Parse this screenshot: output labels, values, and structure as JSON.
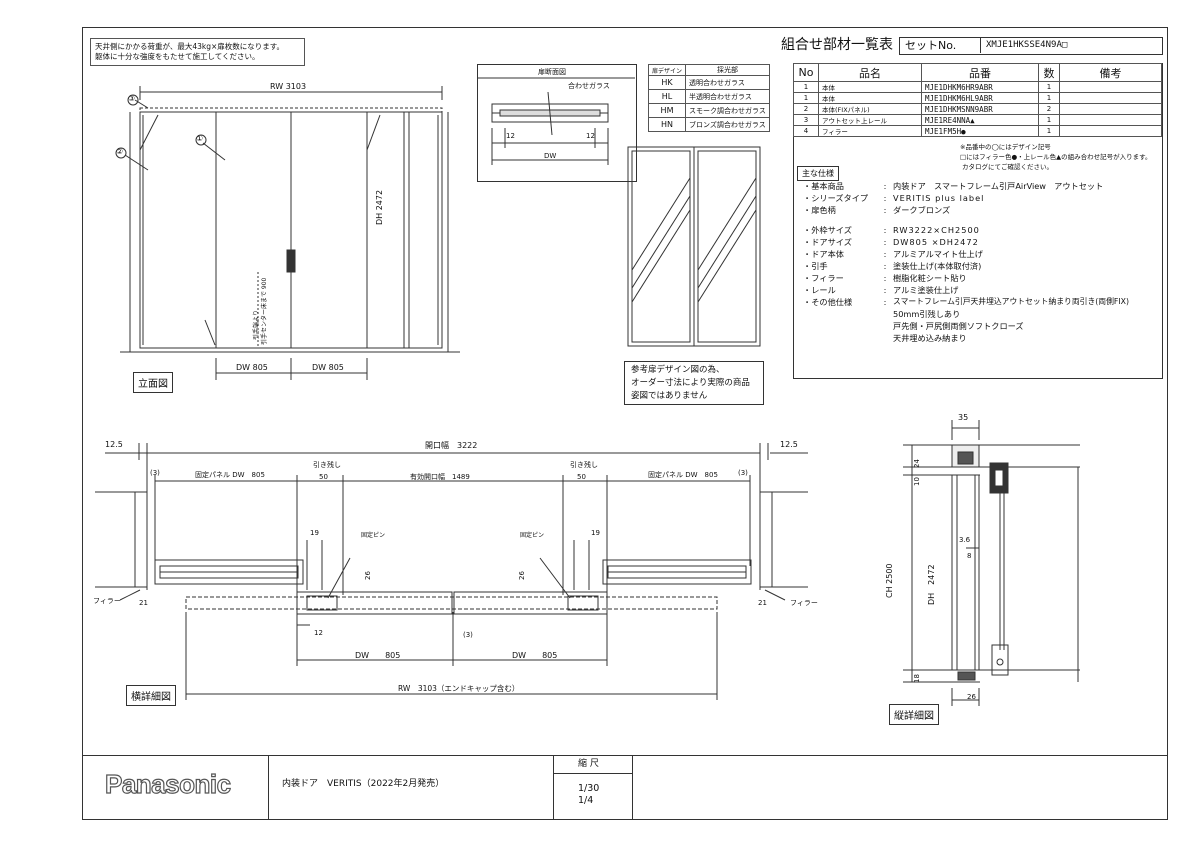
{
  "notice": {
    "line1": "天井側にかかる荷重が、最大43kg×扉枚数になります。",
    "line2": "躯体に十分な強度をもたせて施工してください。"
  },
  "parts_list": {
    "title": "組合せ部材一覧表",
    "set_label": "セットNo.",
    "set_no": "XMJE1HKSSE4N9A□",
    "headers": {
      "no": "No",
      "name": "品名",
      "code": "品番",
      "qty": "数",
      "remarks": "備考"
    },
    "rows": [
      {
        "no": "1",
        "name": "本体",
        "code": "MJE1DHKM6HR9ABR",
        "qty": "1",
        "remarks": ""
      },
      {
        "no": "1",
        "name": "本体",
        "code": "MJE1DHKM6HL9ABR",
        "qty": "1",
        "remarks": ""
      },
      {
        "no": "2",
        "name": "本体(FIXパネル)",
        "code": "MJE1DHKMSNN9ABR",
        "qty": "2",
        "remarks": ""
      },
      {
        "no": "3",
        "name": "アウトセット上レール",
        "code": "MJE1RE4NNA▲",
        "qty": "1",
        "remarks": ""
      },
      {
        "no": "4",
        "name": "フィラー",
        "code": "MJE1FM5H●",
        "qty": "1",
        "remarks": ""
      }
    ],
    "footnote1": "※品番中の◯にはデザイン記号",
    "footnote2": "□にはフィラー色●・上レール色▲の組み合わせ記号が入ります。",
    "footnote3": "カタログにてご確認ください。"
  },
  "specs": {
    "title": "主な仕様",
    "items1": [
      {
        "k": "・基本商品",
        "v": "内装ドア　スマートフレーム引戸AirView　アウトセット"
      },
      {
        "k": "・シリーズタイプ",
        "v": "VERITIS plus label"
      },
      {
        "k": "・扉色柄",
        "v": "ダークブロンズ"
      }
    ],
    "items2": [
      {
        "k": "・外枠サイズ",
        "v": "RW3222×CH2500"
      },
      {
        "k": "・ドアサイズ",
        "v": "DW805 ×DH2472"
      },
      {
        "k": "・ドア本体",
        "v": "アルミアルマイト仕上げ"
      },
      {
        "k": "・引手",
        "v": "塗装仕上げ(本体取付済)"
      },
      {
        "k": "・フィラー",
        "v": "樹脂化粧シート貼り"
      },
      {
        "k": "・レール",
        "v": "アルミ塗装仕上げ"
      },
      {
        "k": "・その他仕様",
        "v": "スマートフレーム引戸天井埋込アウトセット納まり両引き(両側FIX)"
      }
    ],
    "extra": [
      "50mm引残しあり",
      "戸先側・戸尻側両側ソフトクローズ",
      "天井埋め込み納まり"
    ]
  },
  "door_design": {
    "header_code": "扉デザイン",
    "header_name": "採光部",
    "rows": [
      {
        "code": "HK",
        "name": "透明合わせガラス"
      },
      {
        "code": "HL",
        "name": "半透明合わせガラス"
      },
      {
        "code": "HM",
        "name": "スモーク調合わせガラス"
      },
      {
        "code": "HN",
        "name": "ブロンズ調合わせガラス"
      }
    ]
  },
  "section_detail": {
    "title": "扉断面図",
    "glass": "合わせガラス",
    "d12a": "12",
    "d12b": "12",
    "dw": "DW"
  },
  "reference_note": {
    "line1": "参考扉デザイン図の為、",
    "line2": "オーダー寸法により実際の商品",
    "line3": "姿図ではありません"
  },
  "elevation": {
    "caption": "立面図",
    "rw": "RW 3103",
    "dh": "DH 2472",
    "dw_left": "DW 805",
    "dw_right": "DW 805",
    "handle1": "引手端より",
    "handle2": "引手センター床まで 900",
    "m1": "①",
    "m2": "②",
    "m3": "③"
  },
  "plan": {
    "caption": "横詳細図",
    "d125_left": "12.5",
    "d125_right": "12.5",
    "opening": "開口幅　3222",
    "fix_left": "固定パネル DW　805",
    "fix_right": "固定パネル DW　805",
    "m3_left": "(3)",
    "m3_right": "(3)",
    "m3_center": "(3)",
    "pull_left": "引き残し",
    "pull_right": "引き残し",
    "fifty_left": "50",
    "fifty_right": "50",
    "eff": "有効開口幅　1489",
    "d19_left": "19",
    "d19_right": "19",
    "pin_left": "固定ピン",
    "pin_right": "固定ピン",
    "d26_left": "26",
    "d26_right": "26",
    "d12": "12",
    "filler_left": "フィラー",
    "filler_right": "フィラー",
    "d21_left": "21",
    "d21_right": "21",
    "dw_left": "DW　　805",
    "dw_right": "DW　　805",
    "rw": "RW　3103（エンドキャップ含む）"
  },
  "vsection": {
    "caption": "縦詳細図",
    "d35": "35",
    "d24": "24",
    "d10": "10",
    "ch": "CH 2500",
    "dh": "DH　2472",
    "d36": "3.6",
    "d8": "8",
    "d18": "18",
    "d26": "26"
  },
  "title_block": {
    "brand": "Panasonic",
    "product": "内装ドア　VERITIS（2022年2月発売）",
    "scale_label": "縮 尺",
    "scale1": "1/30",
    "scale2": "1/4"
  }
}
